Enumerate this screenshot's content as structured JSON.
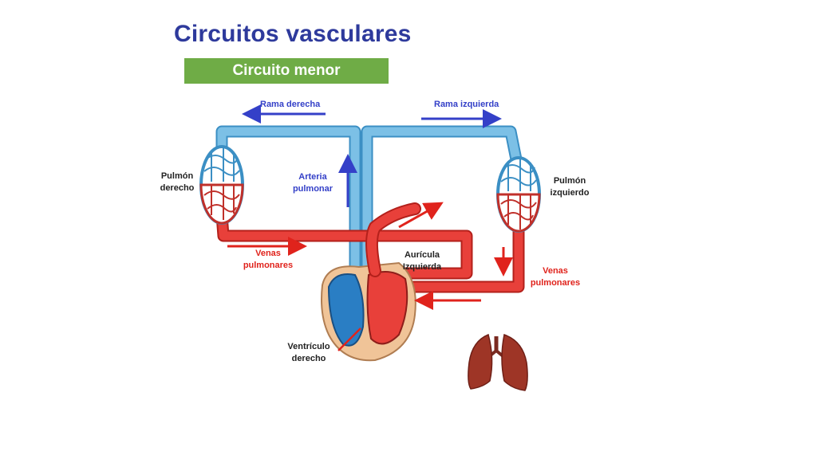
{
  "title": "Circuitos vasculares",
  "banner": "Circuito menor",
  "labels": {
    "rama_derecha": "Rama derecha",
    "rama_izquierda": "Rama izquierda",
    "pulmon_derecho_1": "Pulmón",
    "pulmon_derecho_2": "derecho",
    "pulmon_izquierdo_1": "Pulmón",
    "pulmon_izquierdo_2": "izquierdo",
    "arteria_1": "Arteria",
    "arteria_2": "pulmonar",
    "venas_izq_1": "Venas",
    "venas_izq_2": "pulmonares",
    "venas_der_1": "Venas",
    "venas_der_2": "pulmonares",
    "auricula_1": "Aurícula",
    "auricula_2": "Izquierda",
    "ventriculo_1": "Ventrículo",
    "ventriculo_2": "derecho"
  },
  "colors": {
    "title": "#2e3a9c",
    "banner": "#6fac46",
    "arrow_blue": "#3440c8",
    "arrow_red": "#e0231c",
    "vessel_blue": "#7cc0e6",
    "vessel_red": "#e8403a"
  }
}
